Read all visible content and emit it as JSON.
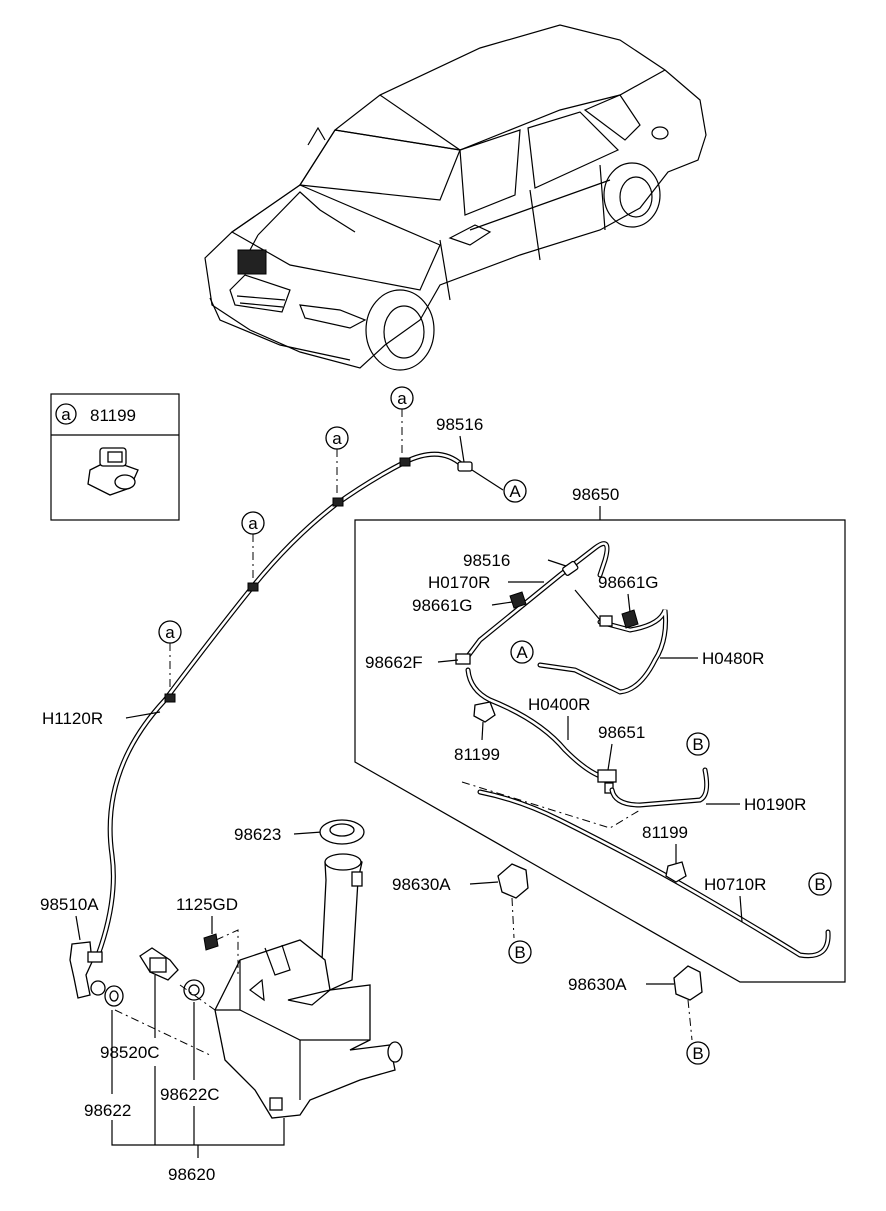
{
  "legend": {
    "ref": "a",
    "part": "81199"
  },
  "refs": {
    "a": "a",
    "A": "A",
    "B": "B"
  },
  "labels": {
    "p98516_top": "98516",
    "p98650": "98650",
    "p98516_kit": "98516",
    "h0170r": "H0170R",
    "p98661g_1": "98661G",
    "p98661g_2": "98661G",
    "p98662f": "98662F",
    "h0480r": "H0480R",
    "h0400r": "H0400R",
    "p98651": "98651",
    "p81199_1": "81199",
    "p81199_2": "81199",
    "h0190r": "H0190R",
    "h0710r": "H0710R",
    "h1120r": "H1120R",
    "p98623": "98623",
    "p98630a_1": "98630A",
    "p98630a_2": "98630A",
    "p1125gd": "1125GD",
    "p98510a": "98510A",
    "p98520c": "98520C",
    "p98622": "98622",
    "p98622c": "98622C",
    "p98620": "98620"
  }
}
